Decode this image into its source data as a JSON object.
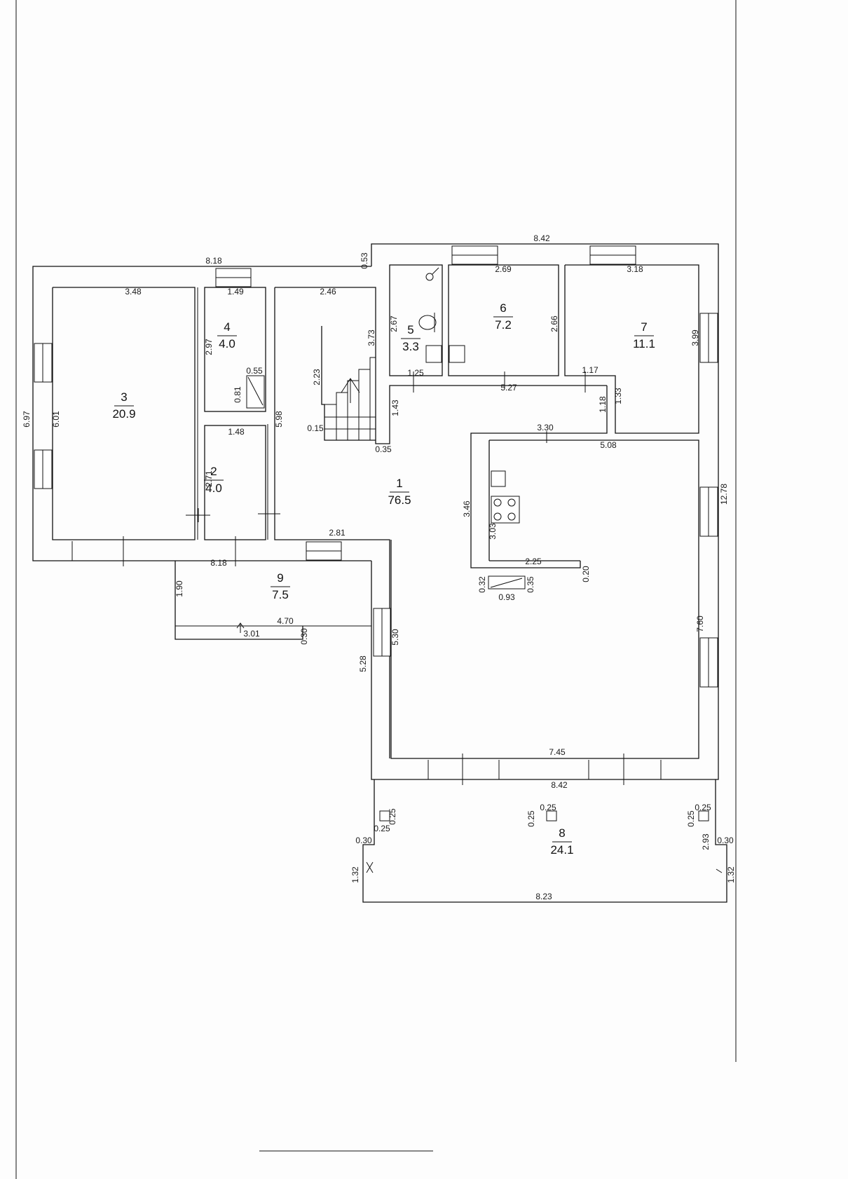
{
  "rooms": [
    {
      "num": "1",
      "area": "76.5"
    },
    {
      "num": "2",
      "area": "4.0"
    },
    {
      "num": "3",
      "area": "20.9"
    },
    {
      "num": "4",
      "area": "4.0"
    },
    {
      "num": "5",
      "area": "3.3"
    },
    {
      "num": "6",
      "area": "7.2"
    },
    {
      "num": "7",
      "area": "11.1"
    },
    {
      "num": "8",
      "area": "24.1"
    },
    {
      "num": "9",
      "area": "7.5"
    }
  ],
  "dims": [
    "8.18",
    "0.53",
    "8.42",
    "3.48",
    "1.49",
    "2.46",
    "2.69",
    "3.18",
    "6.97",
    "6.01",
    "2.97",
    "0.55",
    "0.81",
    "2.23",
    "3.73",
    "2.67",
    "2.66",
    "3.99",
    "1.25",
    "5.27",
    "1.17",
    "1.43",
    "1.18",
    "1.33",
    "5.98",
    "0.15",
    "0.35",
    "1.48",
    "2.71",
    "3.30",
    "5.08",
    "3.46",
    "3.03",
    "12.78",
    "2.81",
    "8.18",
    "2.25",
    "0.20",
    "0.32",
    "0.93",
    "0.35",
    "1.90",
    "4.70",
    "3.01",
    "0.30",
    "5.30",
    "5.28",
    "7.60",
    "7.45",
    "8.42",
    "0.25",
    "0.25",
    "0.25",
    "0.25",
    "0.25",
    "0.25",
    "0.30",
    "0.30",
    "2.93",
    "1.32",
    "1.32",
    "8.23"
  ]
}
